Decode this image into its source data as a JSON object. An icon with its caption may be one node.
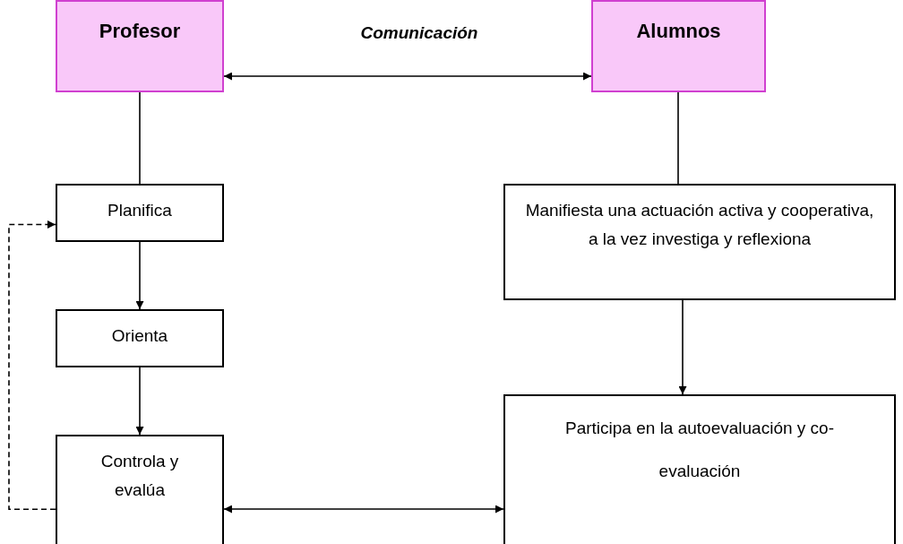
{
  "diagram": {
    "nodes": [
      {
        "text": [
          "Profesor"
        ]
      },
      {
        "text": [
          "Alumnos"
        ]
      },
      {
        "text": [
          "Planifica"
        ]
      },
      {
        "text": [
          "Orienta"
        ]
      },
      {
        "text": [
          "Controla y evalúa"
        ]
      },
      {
        "text": [
          "Manifiesta una actuación activa y cooperativa, a la vez investiga y reflexiona"
        ]
      },
      {
        "text": [
          "Participa en la autoevaluación y co- evaluación"
        ]
      }
    ],
    "edges": [
      {
        "from": 0,
        "to": 1,
        "arrow": "both",
        "label": "Comunicación"
      },
      {
        "from": 0,
        "to": 2,
        "arrow": "none"
      },
      {
        "from": 2,
        "to": 3,
        "arrow": "to"
      },
      {
        "from": 3,
        "to": 4,
        "arrow": "to"
      },
      {
        "from": 4,
        "to": 2,
        "arrow": "to",
        "style": "dashed"
      },
      {
        "from": 1,
        "to": 5,
        "arrow": "none"
      },
      {
        "from": 5,
        "to": 6,
        "arrow": "to"
      },
      {
        "from": 4,
        "to": 6,
        "arrow": "both"
      }
    ]
  }
}
